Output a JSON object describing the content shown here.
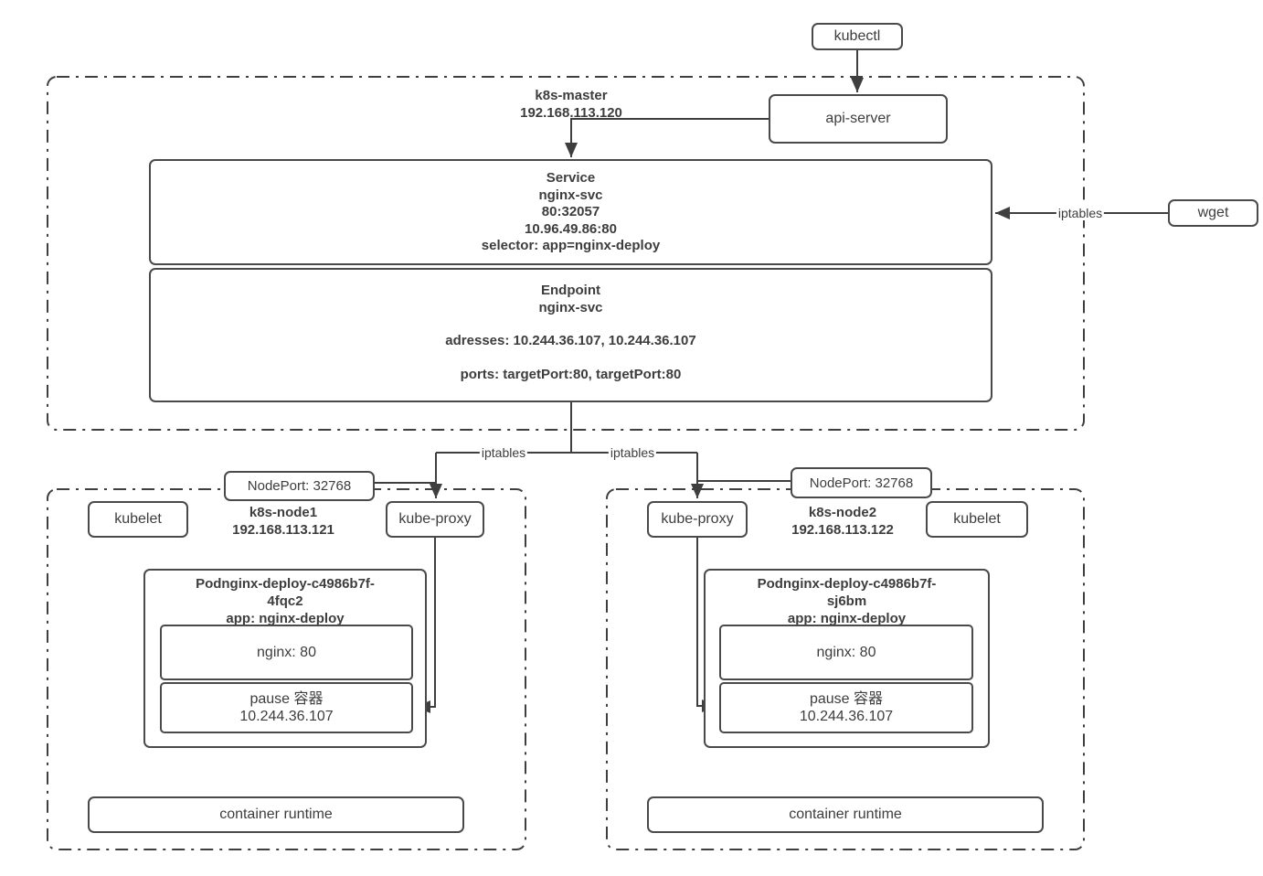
{
  "colors": {
    "line": "#3f3f3f",
    "border": "#4a4a4a",
    "text": "#3d3d3d",
    "background": "#ffffff"
  },
  "kubectl_label": "kubectl",
  "api_server_label": "api-server",
  "wget_label": "wget",
  "iptables_label": "iptables",
  "nodeport_label": "NodePort: 32768",
  "master": {
    "name": "k8s-master",
    "ip": "192.168.113.120",
    "service": {
      "lines": [
        "Service",
        "nginx-svc",
        "80:32057",
        "10.96.49.86:80",
        "selector: app=nginx-deploy"
      ]
    },
    "endpoint": {
      "lines": [
        "Endpoint",
        "nginx-svc",
        "adresses: 10.244.36.107, 10.244.36.107",
        "ports: targetPort:80, targetPort:80"
      ]
    }
  },
  "node1": {
    "name": "k8s-node1",
    "ip": "192.168.113.121",
    "kubelet_label": "kubelet",
    "kube_proxy_label": "kube-proxy",
    "container_runtime_label": "container runtime",
    "pod": {
      "title_lines": [
        "Podnginx-deploy-c4986b7f-",
        "4fqc2",
        "app: nginx-deploy"
      ],
      "nginx_label": "nginx: 80",
      "pause_lines": [
        "pause 容器",
        "10.244.36.107"
      ]
    }
  },
  "node2": {
    "name": "k8s-node2",
    "ip": "192.168.113.122",
    "kubelet_label": "kubelet",
    "kube_proxy_label": "kube-proxy",
    "container_runtime_label": "container runtime",
    "pod": {
      "title_lines": [
        "Podnginx-deploy-c4986b7f-",
        "sj6bm",
        "app: nginx-deploy"
      ],
      "nginx_label": "nginx: 80",
      "pause_lines": [
        "pause 容器",
        "10.244.36.107"
      ]
    }
  }
}
